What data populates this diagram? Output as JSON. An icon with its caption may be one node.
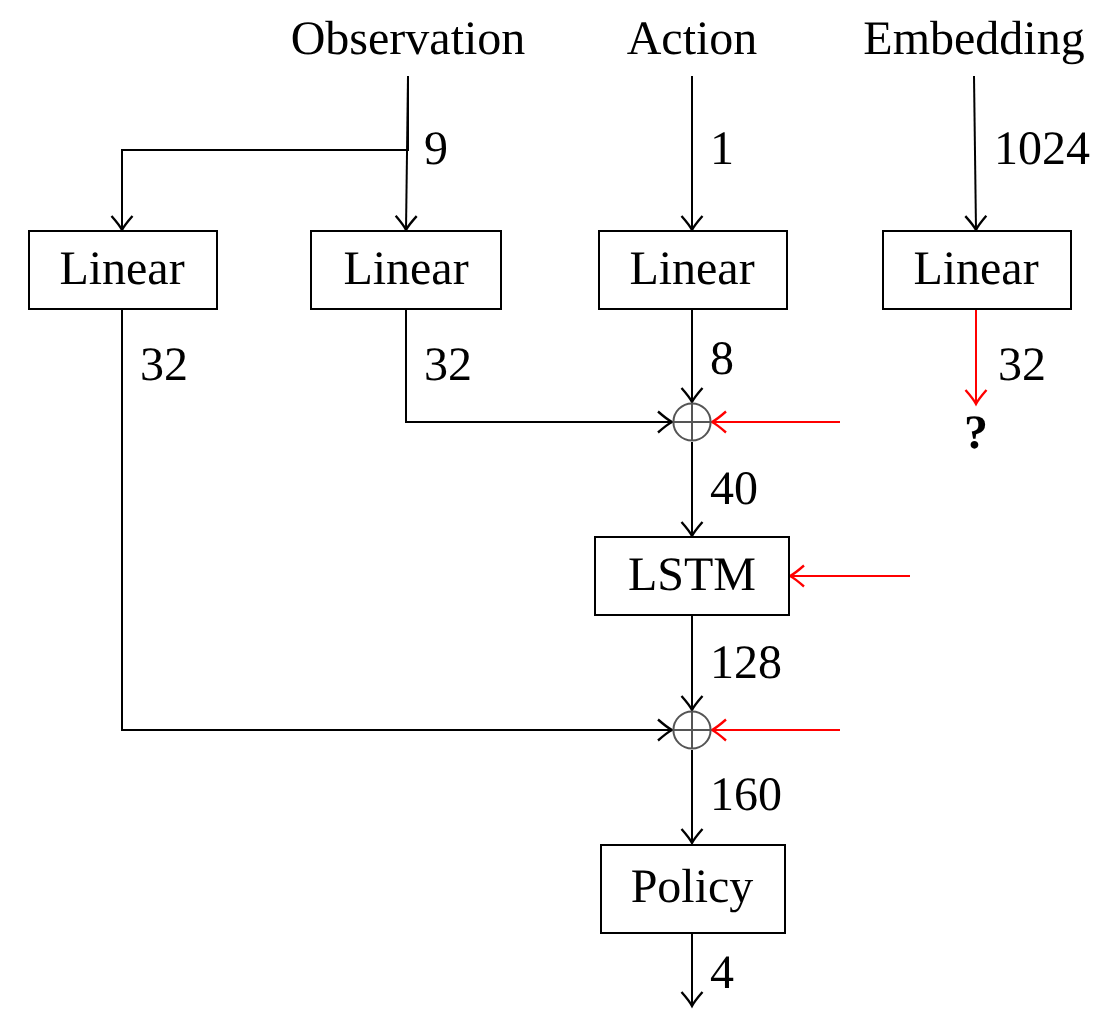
{
  "diagram": {
    "nodes": [
      {
        "text": [
          "Observation"
        ]
      },
      {
        "text": [
          "Action"
        ]
      },
      {
        "text": [
          "Embedding"
        ]
      },
      {
        "text": [
          "Linear"
        ]
      },
      {
        "text": [
          "Linear"
        ]
      },
      {
        "text": [
          "Linear"
        ]
      },
      {
        "text": [
          "Linear"
        ]
      },
      {
        "text": [
          "?"
        ]
      },
      {
        "text": [],
        "shape": "circle"
      },
      {
        "text": [
          "LSTM"
        ]
      },
      {
        "text": [],
        "shape": "circle"
      },
      {
        "text": [
          "Policy"
        ]
      }
    ],
    "edges": [
      {
        "from": 0,
        "to": 3,
        "arrow": "to"
      },
      {
        "from": 0,
        "to": 4,
        "arrow": "to",
        "label": "9"
      },
      {
        "from": 1,
        "to": 5,
        "arrow": "to",
        "label": "1"
      },
      {
        "from": 2,
        "to": 6,
        "arrow": "to",
        "label": "1024"
      },
      {
        "from": 3,
        "to": 10,
        "arrow": "to",
        "label": "32"
      },
      {
        "from": 4,
        "to": 8,
        "arrow": "to",
        "label": "32"
      },
      {
        "from": 5,
        "to": 8,
        "arrow": "to",
        "label": "8"
      },
      {
        "from": 6,
        "to": 7,
        "arrow": "to",
        "label": "32",
        "color": "#ff0000"
      },
      {
        "from": null,
        "to": 8,
        "arrow": "to",
        "color": "#ff0000"
      },
      {
        "from": 8,
        "to": 9,
        "arrow": "to",
        "label": "40"
      },
      {
        "from": null,
        "to": 9,
        "arrow": "to",
        "color": "#ff0000"
      },
      {
        "from": 9,
        "to": 10,
        "arrow": "to",
        "label": "128"
      },
      {
        "from": null,
        "to": 10,
        "arrow": "to",
        "color": "#ff0000"
      },
      {
        "from": 10,
        "to": 11,
        "arrow": "to",
        "label": "160"
      },
      {
        "from": 11,
        "to": null,
        "arrow": "to",
        "label": "4"
      }
    ]
  }
}
